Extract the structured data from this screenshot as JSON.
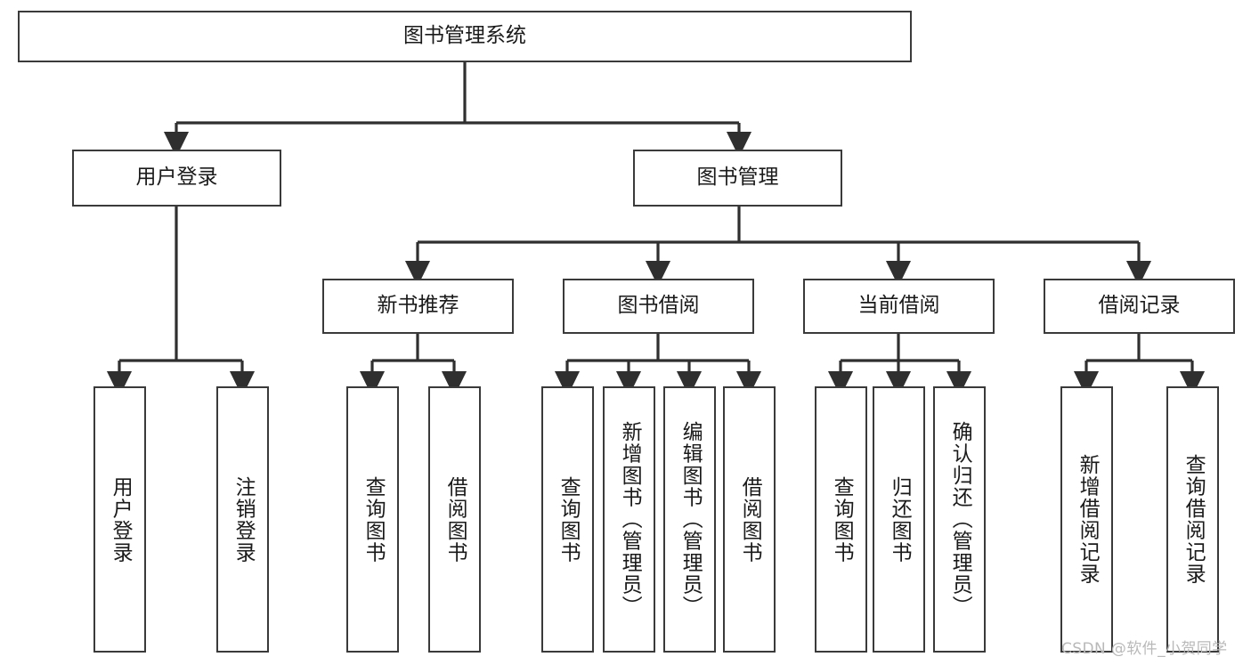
{
  "diagram": {
    "type": "tree-hierarchy",
    "title": "图书管理系统",
    "orientation": "top-down",
    "colors": {
      "box_border": "#3a3a3a",
      "box_fill": "#ffffff",
      "edge": "#2f2f2f",
      "text": "#1a1a1a",
      "watermark": "#b9b9b9",
      "background": "#ffffff"
    },
    "levels": {
      "root": {
        "label": "图书管理系统"
      },
      "level1": [
        {
          "label": "用户登录"
        },
        {
          "label": "图书管理"
        }
      ],
      "level2": [
        {
          "label": "新书推荐",
          "parent": "图书管理"
        },
        {
          "label": "图书借阅",
          "parent": "图书管理"
        },
        {
          "label": "当前借阅",
          "parent": "图书管理"
        },
        {
          "label": "借阅记录",
          "parent": "图书管理"
        }
      ],
      "level3": [
        {
          "label": "用户登录",
          "parent": "用户登录"
        },
        {
          "label": "注销登录",
          "parent": "用户登录"
        },
        {
          "label": "查询图书",
          "parent": "新书推荐"
        },
        {
          "label": "借阅图书",
          "parent": "新书推荐"
        },
        {
          "label": "查询图书",
          "parent": "图书借阅"
        },
        {
          "label": "新增图书（管理员）",
          "parent": "图书借阅"
        },
        {
          "label": "编辑图书（管理员）",
          "parent": "图书借阅"
        },
        {
          "label": "借阅图书",
          "parent": "图书借阅"
        },
        {
          "label": "查询图书",
          "parent": "当前借阅"
        },
        {
          "label": "归还图书",
          "parent": "当前借阅"
        },
        {
          "label": "确认归还（管理员）",
          "parent": "当前借阅"
        },
        {
          "label": "新增借阅记录",
          "parent": "借阅记录"
        },
        {
          "label": "查询借阅记录",
          "parent": "借阅记录"
        }
      ]
    },
    "watermark": "CSDN @软件_小贺同学"
  }
}
